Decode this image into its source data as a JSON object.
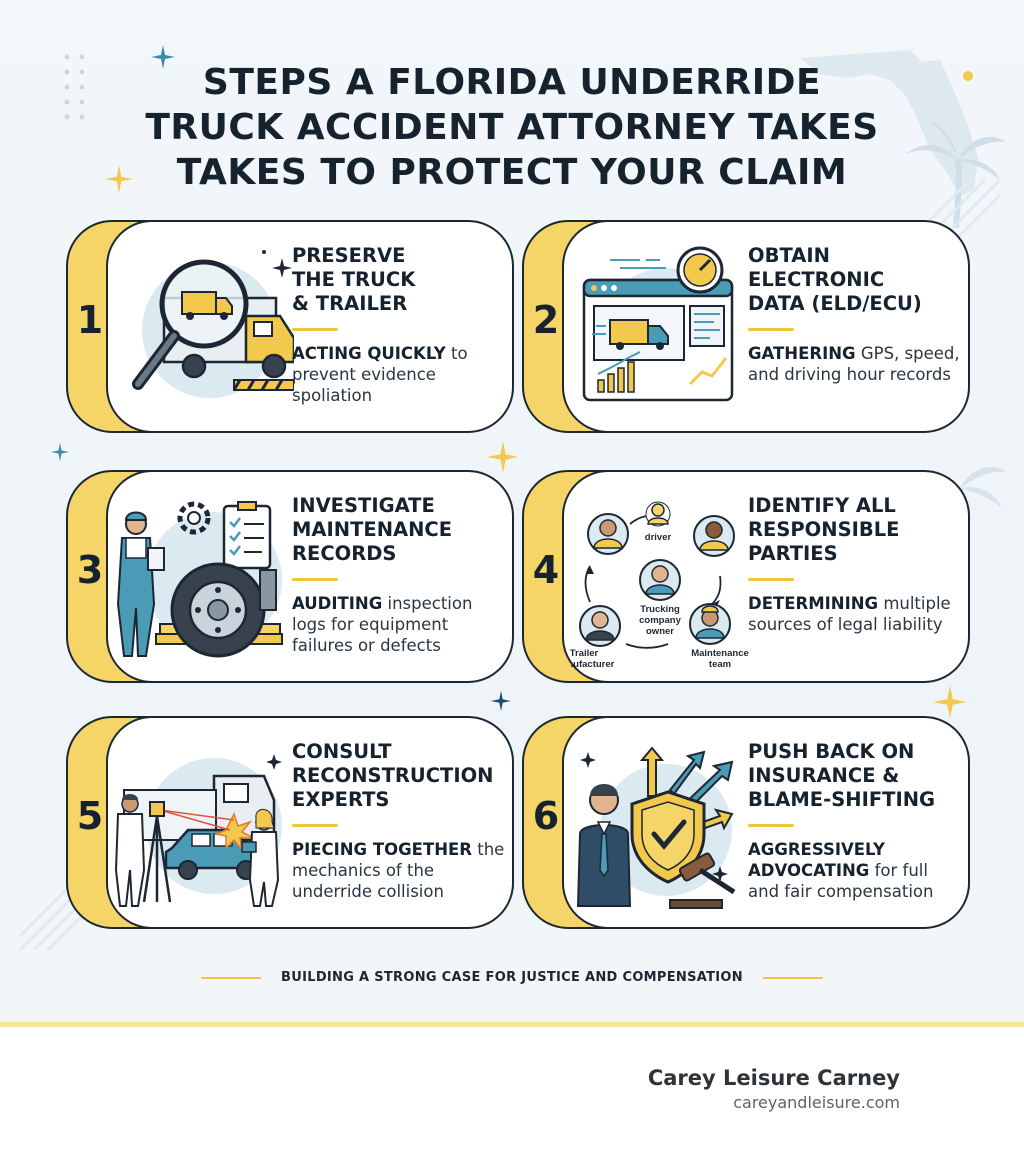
{
  "title": {
    "line1": "STEPS A FLORIDA UNDERRIDE",
    "line2": "TRUCK ACCIDENT ATTORNEY TAKES",
    "line3": "TAKES TO PROTECT YOUR CLAIM"
  },
  "steps": [
    {
      "number": "1",
      "heading": [
        "PRESERVE",
        "THE TRUCK",
        "& TRAILER"
      ],
      "bold": "ACTING QUICKLY",
      "rest": "to prevent evidence spoliation"
    },
    {
      "number": "2",
      "heading": [
        "OBTAIN",
        "ELECTRONIC",
        "DATA (ELD/ECU)"
      ],
      "bold": "GATHERING",
      "rest": "GPS, speed, and driving hour records"
    },
    {
      "number": "3",
      "heading": [
        "INVESTIGATE",
        "MAINTENANCE",
        "RECORDS"
      ],
      "bold": "AUDITING",
      "rest": "inspection logs for equipment failures or defects"
    },
    {
      "number": "4",
      "heading": [
        "IDENTIFY ALL",
        "RESPONSIBLE",
        "PARTIES"
      ],
      "bold": "DETERMINING",
      "rest": "multiple sources of legal liability",
      "diagram_labels": {
        "driver": "driver",
        "owner_line1": "Trucking",
        "owner_line2": "company",
        "owner_line3": "owner",
        "trailer_line1": "Trailer",
        "trailer_line2": "manufacturer",
        "maint_line1": "Maintenance",
        "maint_line2": "team"
      }
    },
    {
      "number": "5",
      "heading": [
        "CONSULT",
        "RECONSTRUCTION",
        "EXPERTS"
      ],
      "bold": "PIECING TOGETHER",
      "rest": "the mechanics of the underride collision"
    },
    {
      "number": "6",
      "heading": [
        "PUSH BACK ON",
        "INSURANCE &",
        "BLAME-SHIFTING"
      ],
      "bold": "AGGRESSIVELY ADVOCATING",
      "rest": "for full and fair compensation"
    }
  ],
  "footer_tagline": "BUILDING A STRONG CASE FOR JUSTICE AND COMPENSATION",
  "brand": {
    "name": "Carey Leisure Carney",
    "url": "careyandleisure.com"
  },
  "colors": {
    "accent_yellow": "#f5d468",
    "outline": "#1d2733",
    "teal": "#4a9bb5",
    "soft_blue": "#dbe9f1"
  },
  "icons": [
    "magnifier-truck-icon",
    "dashboard-gauge-icon",
    "mechanic-tire-icon",
    "parties-network-icon",
    "reconstruction-experts-icon",
    "attorney-shield-icon",
    "sparkle-icon",
    "florida-map-icon",
    "palm-tree-icon"
  ]
}
